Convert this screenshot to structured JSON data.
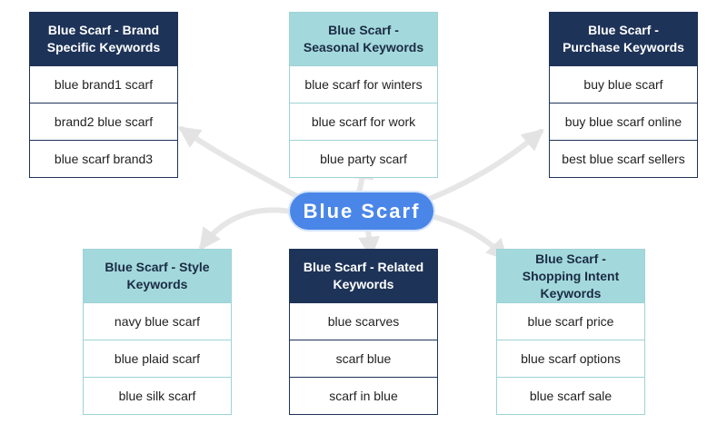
{
  "center": {
    "label": "Blue Scarf"
  },
  "cards": [
    {
      "id": "brand",
      "theme": "dark",
      "title": "Blue Scarf - Brand Specific Keywords",
      "items": [
        "blue brand1 scarf",
        "brand2 blue scarf",
        "blue scarf brand3"
      ]
    },
    {
      "id": "seasonal",
      "theme": "light",
      "title": "Blue Scarf - Seasonal Keywords",
      "items": [
        "blue scarf for winters",
        "blue scarf for work",
        "blue party scarf"
      ]
    },
    {
      "id": "purchase",
      "theme": "dark",
      "title": "Blue Scarf - Purchase Keywords",
      "items": [
        "buy blue scarf",
        "buy blue scarf online",
        "best blue scarf sellers"
      ]
    },
    {
      "id": "style",
      "theme": "light",
      "title": "Blue Scarf - Style Keywords",
      "items": [
        "navy blue scarf",
        "blue plaid scarf",
        "blue silk scarf"
      ]
    },
    {
      "id": "related",
      "theme": "dark",
      "title": "Blue Scarf - Related Keywords",
      "items": [
        "blue scarves",
        "scarf blue",
        "scarf in blue"
      ]
    },
    {
      "id": "shopping",
      "theme": "light",
      "title": "Blue Scarf -  Shopping Intent Keywords",
      "items": [
        "blue scarf price",
        "blue scarf options",
        "blue scarf sale"
      ]
    }
  ],
  "colors": {
    "dark_header": "#1e3358",
    "light_header": "#a3d9dc",
    "center_pill": "#4a86e8",
    "arrow": "#e6e6e6"
  }
}
